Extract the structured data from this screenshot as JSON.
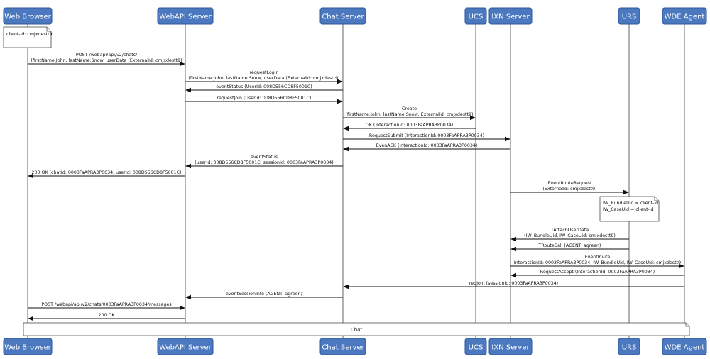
{
  "participants": [
    {
      "id": "wb",
      "label": "Web Browser"
    },
    {
      "id": "web",
      "label": "WebAPI Server"
    },
    {
      "id": "chat",
      "label": "Chat Server"
    },
    {
      "id": "ucs",
      "label": "UCS"
    },
    {
      "id": "ixn",
      "label": "IXN Server"
    },
    {
      "id": "urs",
      "label": "URS"
    },
    {
      "id": "wde",
      "label": "WDE Agent"
    }
  ],
  "notes": [
    {
      "over": "wb",
      "lines": [
        "client-id: cmjxdestt9"
      ]
    },
    {
      "over": "urs",
      "lines": [
        "IW_BundleUid = client-id",
        "IW_CaseUid = client-id"
      ]
    }
  ],
  "messages": [
    {
      "from": "wb",
      "to": "web",
      "lines": [
        "POST /webapi/api/v2/chats/",
        "(firstName:John, lastName:Snow, userData (ExternalId: cmjxdestt9)"
      ]
    },
    {
      "from": "web",
      "to": "chat",
      "lines": [
        "requestLogin",
        "(firstName:John, lastName:Snow, userData (ExternalId: cmjxdestt9)"
      ]
    },
    {
      "from": "chat",
      "to": "web",
      "lines": [
        "eventStatus (UserId: 008D556CD8F5001C)"
      ]
    },
    {
      "from": "web",
      "to": "chat",
      "lines": [
        "requestJoin (UserId: 008D556CD8F5001C)"
      ]
    },
    {
      "from": "chat",
      "to": "ucs",
      "lines": [
        "Create",
        "(firstName:John, lastName:Snow, ExternalId: cmjxdestt9)"
      ]
    },
    {
      "from": "ucs",
      "to": "chat",
      "lines": [
        "OK (InteractionId: 0003FaAPRA3P0034)"
      ]
    },
    {
      "from": "chat",
      "to": "ixn",
      "lines": [
        "RequestSubmit (InteractionId: 0003FaAPRA3P0034)"
      ]
    },
    {
      "from": "ixn",
      "to": "chat",
      "lines": [
        "EvenACK (InteractionId: 0003FaAPRA3P0034)"
      ]
    },
    {
      "from": "chat",
      "to": "web",
      "lines": [
        "eventStatus",
        "(userId: 008D556CD8F5001C, sessionId: 0003FaAPRA3P0034)"
      ]
    },
    {
      "from": "web",
      "to": "wb",
      "lines": [
        "200 OK (chatId: 0003FaAPRA3P0034, userId: 008D556CD8F5001C)"
      ]
    },
    {
      "from": "ixn",
      "to": "urs",
      "lines": [
        "EventRouteRequest",
        "(ExternalId: cmjxdestt9)"
      ]
    },
    {
      "from": "urs",
      "to": "ixn",
      "lines": [
        "TAttachUserData",
        "(IW_BundleUid, IW_CaseUid: cmjxdestt9)"
      ]
    },
    {
      "from": "urs",
      "to": "ixn",
      "lines": [
        "TRouteCall (AGENT: agreen)"
      ]
    },
    {
      "from": "ixn",
      "to": "wde",
      "lines": [
        "EventInvite",
        "(InteractionId: 0003FaAPRA3P0034, IW_BundleUid, IW_CaseUid: cmjxdestt9)"
      ]
    },
    {
      "from": "wde",
      "to": "ixn",
      "lines": [
        "RequestAccept (InteractionId: 0003FaAPRA3P0034)"
      ]
    },
    {
      "from": "wde",
      "to": "chat",
      "lines": [
        "reqJoin (sessionId: 0003FaAPRA3P0034)"
      ]
    },
    {
      "from": "chat",
      "to": "web",
      "lines": [
        "eventSessionInfo (AGENT: agreen)"
      ]
    },
    {
      "from": "wb",
      "to": "web",
      "lines": [
        "POST /webapi/api/v2/chats/0003FaAPRA3P0034/messages"
      ]
    },
    {
      "from": "web",
      "to": "wb",
      "lines": [
        "200 OK"
      ]
    }
  ],
  "span": {
    "label": "Chat"
  },
  "colors": {
    "actor_fill": "#4b78bf",
    "actor_stroke": "#2f5a9a",
    "actor_text": "#ffffff",
    "line": "#111111"
  }
}
